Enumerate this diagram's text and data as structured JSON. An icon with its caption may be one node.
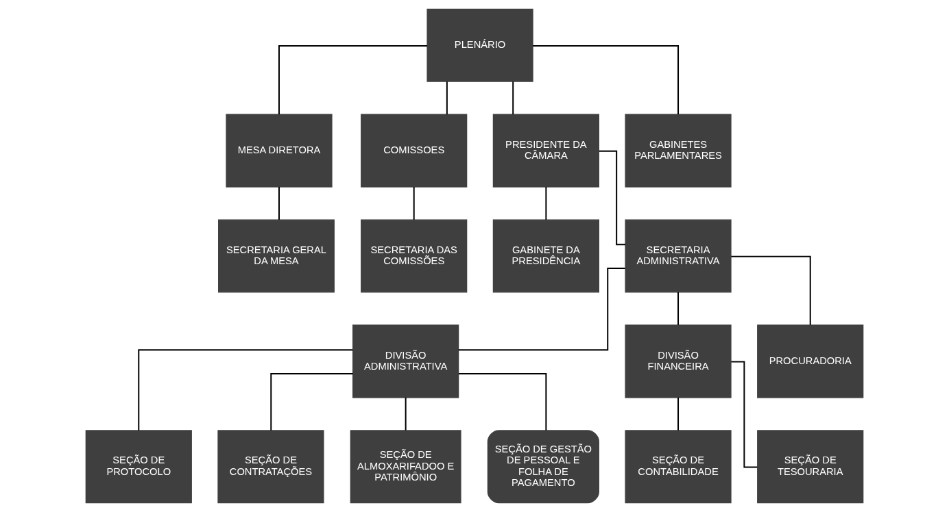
{
  "diagram": {
    "nodes": [
      {
        "text": [
          "PLENÁRIO"
        ]
      },
      {
        "text": [
          "MESA DIRETORA"
        ]
      },
      {
        "text": [
          "COMISSOES"
        ]
      },
      {
        "text": [
          "PRESIDENTE DA CÂMARA"
        ]
      },
      {
        "text": [
          "GABINETES PARLAMENTARES"
        ]
      },
      {
        "text": [
          "SECRETARIA GERAL DA MESA"
        ]
      },
      {
        "text": [
          "SECRETARIA DAS COMISSÕES"
        ]
      },
      {
        "text": [
          "GABINETE DA PRESIDÊNCIA"
        ]
      },
      {
        "text": [
          "SECRETARIA ADMINISTRATIVA"
        ]
      },
      {
        "text": [
          "DIVISÃO ADMINISTRATIVA"
        ]
      },
      {
        "text": [
          "DIVISÃO FINANCEIRA"
        ]
      },
      {
        "text": [
          "PROCURADORIA"
        ]
      },
      {
        "text": [
          "SEÇÃO DE PROTOCOLO"
        ]
      },
      {
        "text": [
          "SEÇÃO DE CONTRATAÇÕES"
        ]
      },
      {
        "text": [
          "SEÇÃO DE ALMOXARIFADOO E PATRIMÔNIO"
        ]
      },
      {
        "text": [
          "SEÇÃO DE GESTÃO DE PESSOAL E FOLHA DE PAGAMENTO"
        ]
      },
      {
        "text": [
          "SEÇÃO DE CONTABILIDADE"
        ]
      },
      {
        "text": [
          "SEÇÃO DE TESOURARIA"
        ]
      }
    ],
    "edges": [
      {
        "from": 0,
        "to": 1,
        "arrow": "none"
      },
      {
        "from": 0,
        "to": 2,
        "arrow": "none"
      },
      {
        "from": 0,
        "to": 3,
        "arrow": "none"
      },
      {
        "from": 0,
        "to": 4,
        "arrow": "none"
      },
      {
        "from": 1,
        "to": 5,
        "arrow": "none"
      },
      {
        "from": 2,
        "to": 6,
        "arrow": "none"
      },
      {
        "from": 3,
        "to": 7,
        "arrow": "none"
      },
      {
        "from": 3,
        "to": 8,
        "arrow": "none"
      },
      {
        "from": 8,
        "to": 9,
        "arrow": "none"
      },
      {
        "from": 8,
        "to": 10,
        "arrow": "none"
      },
      {
        "from": 8,
        "to": 11,
        "arrow": "none"
      },
      {
        "from": 9,
        "to": 12,
        "arrow": "none"
      },
      {
        "from": 9,
        "to": 13,
        "arrow": "none"
      },
      {
        "from": 9,
        "to": 14,
        "arrow": "none"
      },
      {
        "from": 9,
        "to": 15,
        "arrow": "none"
      },
      {
        "from": 10,
        "to": 16,
        "arrow": "none"
      },
      {
        "from": 10,
        "to": 17,
        "arrow": "none"
      }
    ]
  }
}
